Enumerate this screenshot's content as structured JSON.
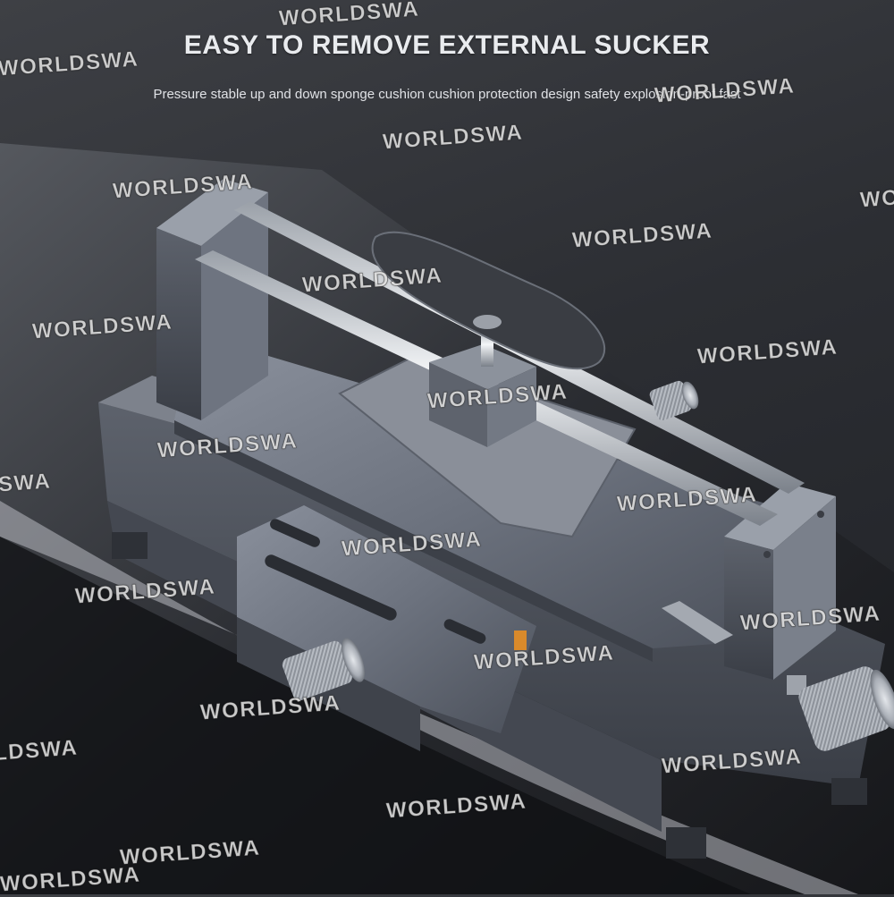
{
  "headline": "EASY TO REMOVE EXTERNAL SUCKER",
  "subheadline": "Pressure stable up and down sponge cushion cushion protection design safety explosion-proof fast",
  "watermark": "WORLDSWA"
}
